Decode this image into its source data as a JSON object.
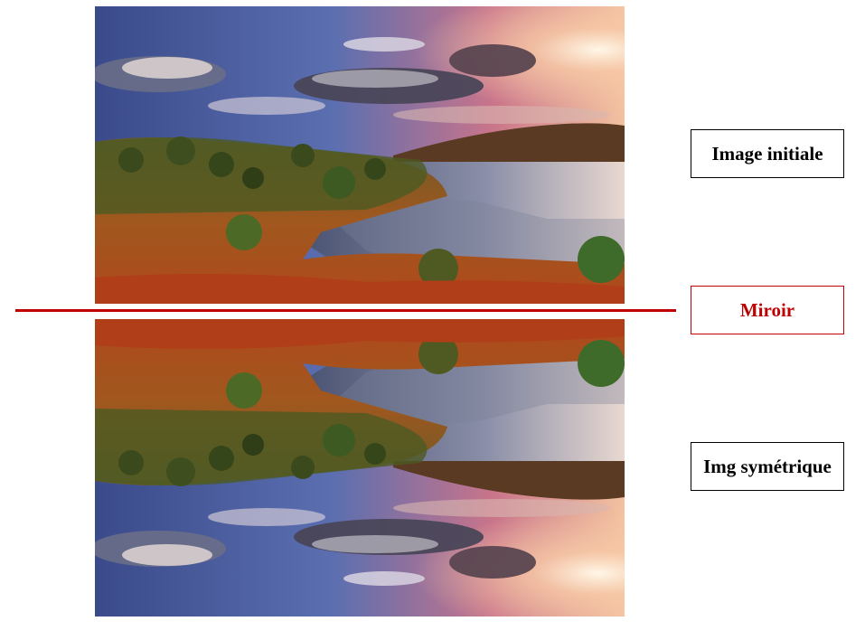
{
  "labels": {
    "initial": "Image initiale",
    "mirror": "Miroir",
    "symmetric": "Img symétrique"
  },
  "colors": {
    "mirror": "#c00000",
    "box_border": "#000000",
    "text": "#000000"
  },
  "images": {
    "top": "landscape-photo",
    "bottom": "landscape-photo-flipped-vertically"
  }
}
